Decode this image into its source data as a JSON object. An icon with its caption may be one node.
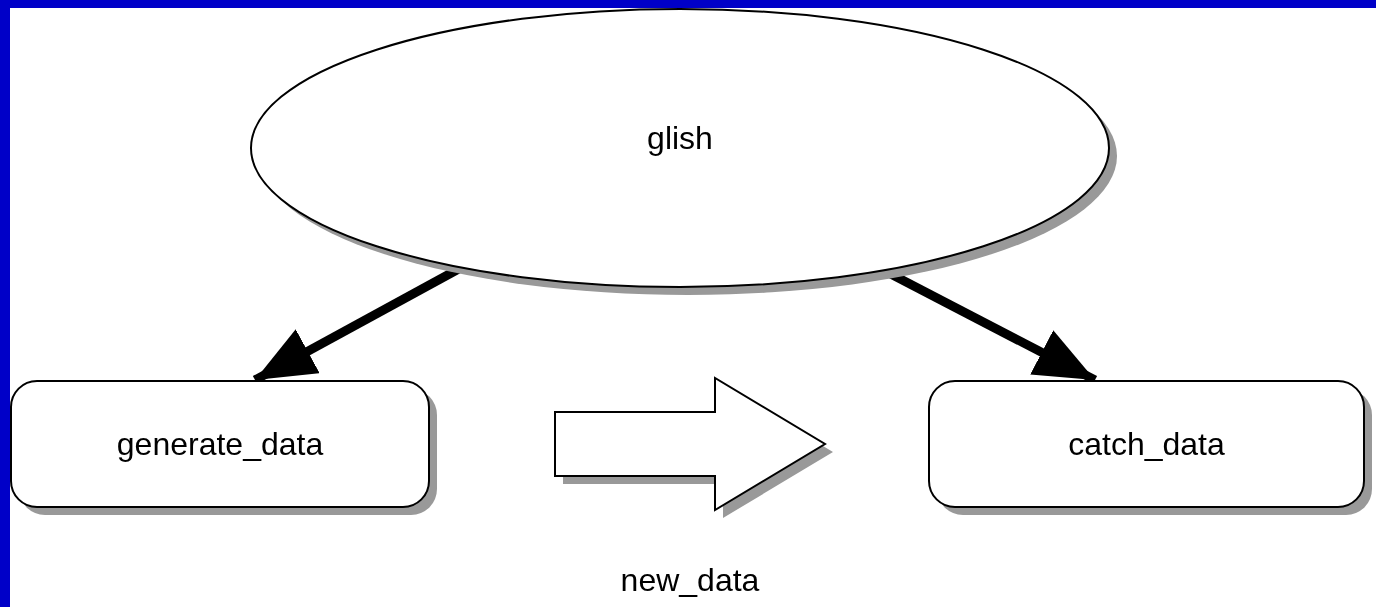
{
  "diagram": {
    "nodes": [
      {
        "text": [
          "glish"
        ]
      },
      {
        "text": [
          "generate_data"
        ]
      },
      {
        "text": [
          "catch_data"
        ]
      }
    ],
    "edges": [
      {
        "from": 0,
        "to": 1,
        "arrow": "to"
      },
      {
        "from": 0,
        "to": 2,
        "arrow": "to"
      },
      {
        "from": 1,
        "to": 2,
        "arrow": "to",
        "label": "new_data",
        "style": "thick"
      }
    ]
  }
}
